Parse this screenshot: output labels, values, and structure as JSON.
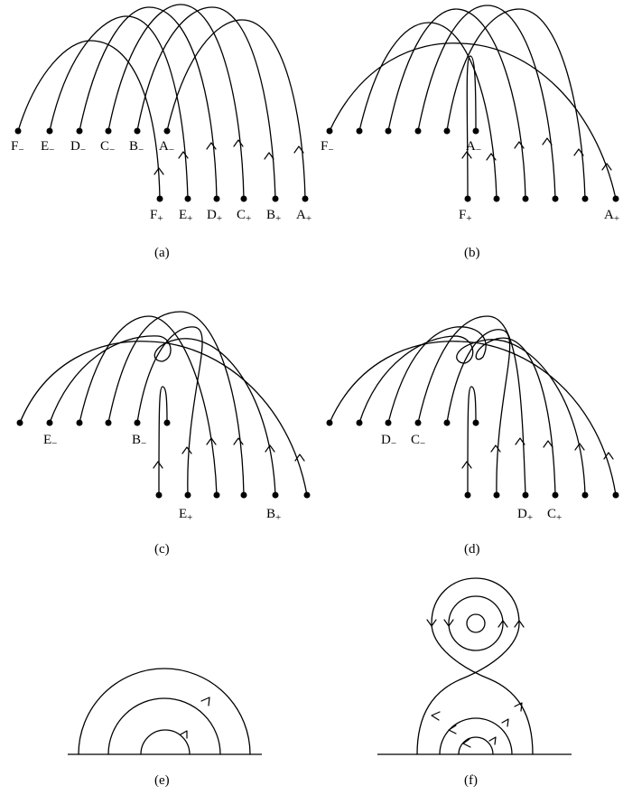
{
  "panels": {
    "a": {
      "caption": "(a)",
      "minus_labels": [
        {
          "letter": "F",
          "sign": "−"
        },
        {
          "letter": "E",
          "sign": "−"
        },
        {
          "letter": "D",
          "sign": "−"
        },
        {
          "letter": "C",
          "sign": "−"
        },
        {
          "letter": "B",
          "sign": "−"
        },
        {
          "letter": "A",
          "sign": "−"
        }
      ],
      "plus_labels": [
        {
          "letter": "F",
          "sign": "+"
        },
        {
          "letter": "E",
          "sign": "+"
        },
        {
          "letter": "D",
          "sign": "+"
        },
        {
          "letter": "C",
          "sign": "+"
        },
        {
          "letter": "B",
          "sign": "+"
        },
        {
          "letter": "A",
          "sign": "+"
        }
      ]
    },
    "b": {
      "caption": "(b)",
      "labels": [
        {
          "letter": "F",
          "sign": "−"
        },
        {
          "letter": "A",
          "sign": "−"
        },
        {
          "letter": "F",
          "sign": "+"
        },
        {
          "letter": "A",
          "sign": "+"
        }
      ]
    },
    "c": {
      "caption": "(c)",
      "labels": [
        {
          "letter": "E",
          "sign": "−"
        },
        {
          "letter": "B",
          "sign": "−"
        },
        {
          "letter": "E",
          "sign": "+"
        },
        {
          "letter": "B",
          "sign": "+"
        }
      ]
    },
    "d": {
      "caption": "(d)",
      "labels": [
        {
          "letter": "D",
          "sign": "−"
        },
        {
          "letter": "C",
          "sign": "−"
        },
        {
          "letter": "D",
          "sign": "+"
        },
        {
          "letter": "C",
          "sign": "+"
        }
      ]
    },
    "e": {
      "caption": "(e)"
    },
    "f": {
      "caption": "(f)"
    }
  }
}
